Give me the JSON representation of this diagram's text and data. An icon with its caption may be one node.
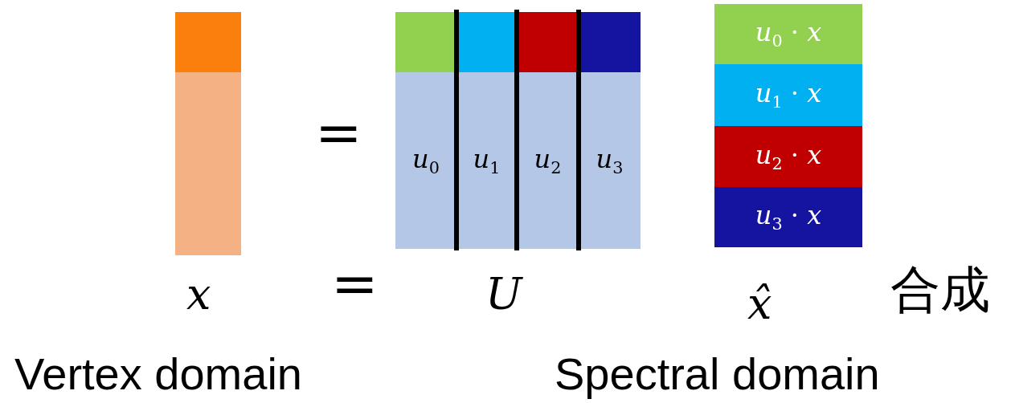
{
  "diagram": {
    "nodes": [
      {
        "text": [
          "*u*$_{0}$"
        ]
      },
      {
        "text": [
          "*u*$_{1}$"
        ]
      },
      {
        "text": [
          "*u*$_{2}$"
        ]
      },
      {
        "text": [
          "*u*$_{3}$"
        ]
      },
      {
        "text": [
          "*u*$_{0}$ · *x*"
        ]
      },
      {
        "text": [
          "*u*$_{1}$ · *x*"
        ]
      },
      {
        "text": [
          "*u*$_{2}$ · *x*"
        ]
      },
      {
        "text": [
          "*u*$_{3}$ · *x*"
        ]
      }
    ],
    "labels": [
      "=",
      "*x*",
      "=",
      "*U*",
      "*x̂*",
      "合成",
      "Vertex domain",
      "Spectral domain"
    ]
  }
}
